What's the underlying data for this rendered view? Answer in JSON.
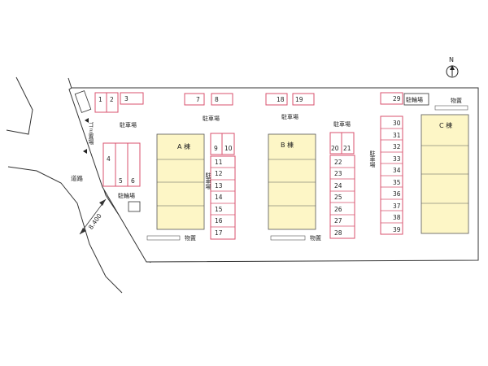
{
  "compass": {
    "north_label": "N"
  },
  "road": {
    "label": "道路",
    "width_label": "8.400"
  },
  "buildings": {
    "a": "A 棟",
    "b": "B 棟",
    "c": "C 棟"
  },
  "labels": {
    "garbage": "ゴミ置場",
    "parking_top_left": "駐車場",
    "parking_top_mid": "駐車場",
    "parking_top_right1": "駐車場",
    "parking_top_right2": "駐車場",
    "parking_mid_vertical": "駐車場",
    "parking_right_vertical": "駐車場",
    "bike_left": "駐輪場",
    "bike_right": "駐輪場",
    "storage_a": "物置",
    "storage_b": "物置",
    "storage_c": "物置"
  },
  "spots": {
    "s1": "1",
    "s2": "2",
    "s3": "3",
    "s4": "4",
    "s5": "5",
    "s6": "6",
    "s7": "7",
    "s8": "8",
    "s9": "9",
    "s10": "10",
    "s11": "11",
    "s12": "12",
    "s13": "13",
    "s14": "14",
    "s15": "15",
    "s16": "16",
    "s17": "17",
    "s18": "18",
    "s19": "19",
    "s20": "20",
    "s21": "21",
    "s22": "22",
    "s23": "23",
    "s24": "24",
    "s25": "25",
    "s26": "26",
    "s27": "27",
    "s28": "28",
    "s29": "29",
    "s30": "30",
    "s31": "31",
    "s32": "32",
    "s33": "33",
    "s34": "34",
    "s35": "35",
    "s36": "36",
    "s37": "37",
    "s38": "38",
    "s39": "39"
  }
}
